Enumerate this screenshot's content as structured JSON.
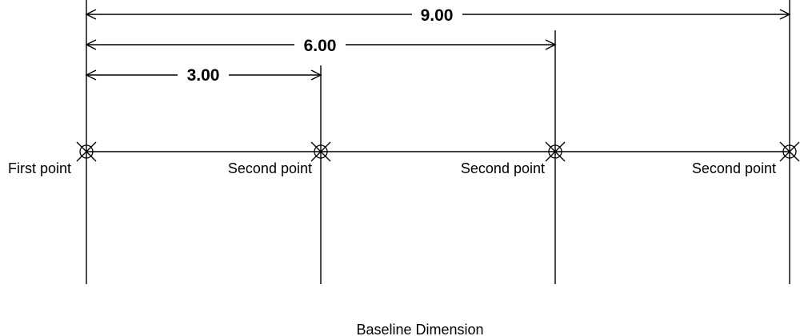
{
  "diagram": {
    "caption": "Baseline Dimension",
    "first_point_label": "First point",
    "second_point_labels": [
      "Second point",
      "Second point",
      "Second point"
    ],
    "dimensions": [
      {
        "value": 3.0,
        "text": "3.00"
      },
      {
        "value": 6.0,
        "text": "6.00"
      },
      {
        "value": 9.0,
        "text": "9.00"
      }
    ]
  }
}
